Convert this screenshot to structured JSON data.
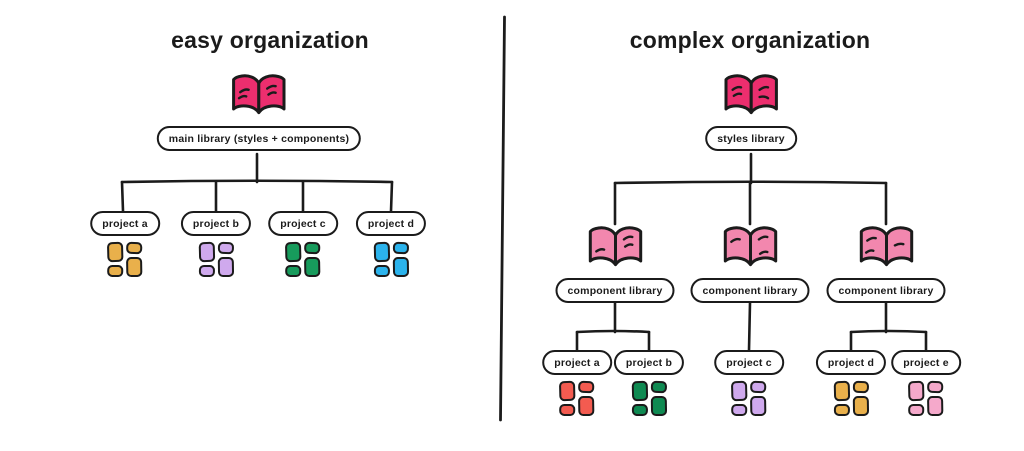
{
  "left": {
    "title": "easy organization",
    "library": {
      "label": "main library (styles + components)"
    },
    "projects": [
      {
        "label": "project a",
        "color": "#E9B04B"
      },
      {
        "label": "project b",
        "color": "#CFA9ED"
      },
      {
        "label": "project c",
        "color": "#179B5C"
      },
      {
        "label": "project d",
        "color": "#2BB3EC"
      }
    ]
  },
  "right": {
    "title": "complex organization",
    "library": {
      "label": "styles library"
    },
    "groups": [
      {
        "label": "component library",
        "projects": [
          {
            "label": "project a",
            "color": "#F35B50"
          },
          {
            "label": "project b",
            "color": "#0F8A52"
          }
        ]
      },
      {
        "label": "component library",
        "projects": [
          {
            "label": "project c",
            "color": "#CFA9ED"
          }
        ]
      },
      {
        "label": "component library",
        "projects": [
          {
            "label": "project d",
            "color": "#E9B04B"
          },
          {
            "label": "project e",
            "color": "#F5A9CB"
          }
        ]
      }
    ]
  },
  "colors": {
    "ink": "#1B1B1B",
    "book_primary": "#EC2E6E",
    "book_secondary": "#F287AE",
    "background": "#FFFFFF"
  }
}
